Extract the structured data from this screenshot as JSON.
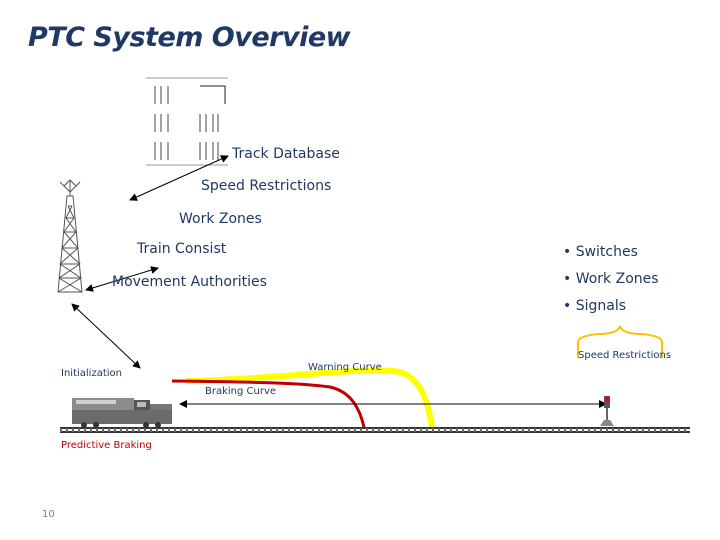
{
  "title": "PTC System Overview",
  "labels": {
    "track_database": "Track Database",
    "speed_restrictions": "Speed Restrictions",
    "work_zones": "Work Zones",
    "train_consist": "Train Consist",
    "movement_authorities": "Movement Authorities",
    "initialization": "Initialization",
    "warning_curve": "Warning Curve",
    "braking_curve": "Braking Curve",
    "predictive_braking": "Predictive Braking",
    "speed_restrictions_small": "Speed Restrictions"
  },
  "bullets": [
    "• Switches",
    "• Work Zones",
    "• Signals"
  ],
  "page_number": "10",
  "colors": {
    "title": "#1f3864",
    "braking_curve": "#c00000",
    "warning_curve": "#ffff00",
    "track": "#333333"
  }
}
